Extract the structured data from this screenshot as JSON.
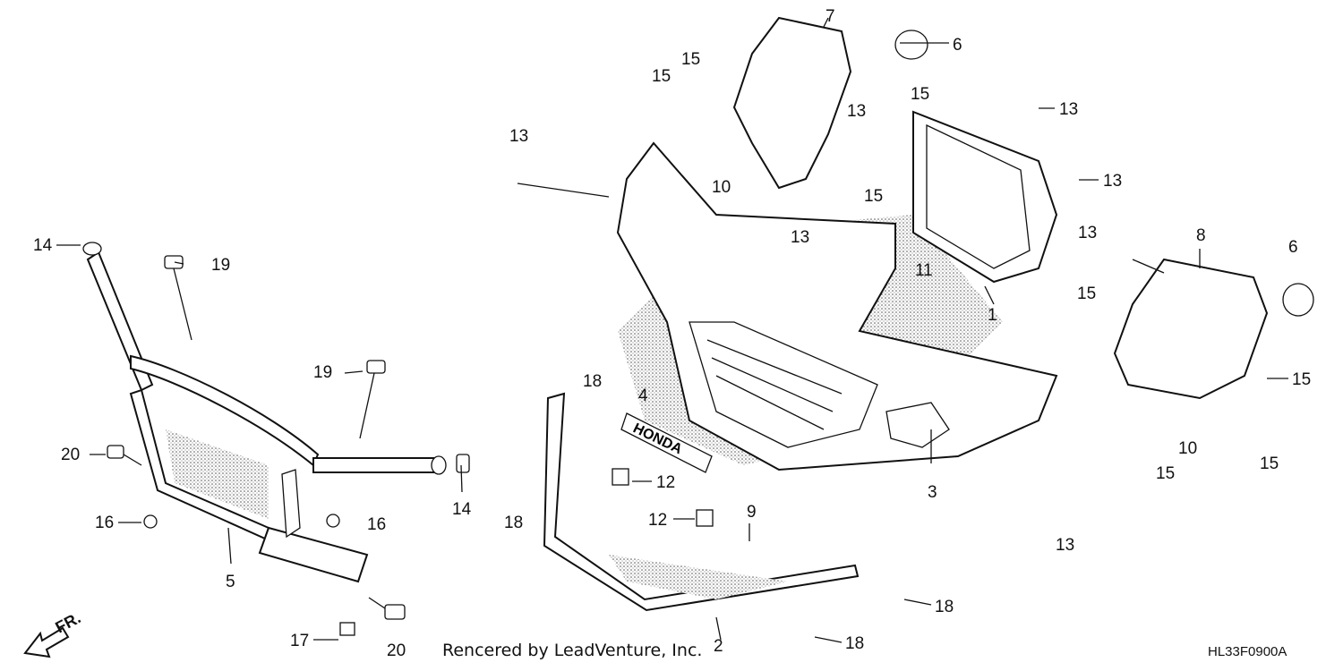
{
  "callouts": [
    "1",
    "2",
    "3",
    "4",
    "5",
    "6",
    "7",
    "8",
    "9",
    "10",
    "11",
    "12",
    "13",
    "14",
    "15",
    "16",
    "17",
    "18",
    "19",
    "20"
  ],
  "emblem_text": "HONDA",
  "front_arrow": "FR.",
  "credit": "Rencered by LeadVenture, Inc.",
  "diagram_code": "HL33F0900A"
}
